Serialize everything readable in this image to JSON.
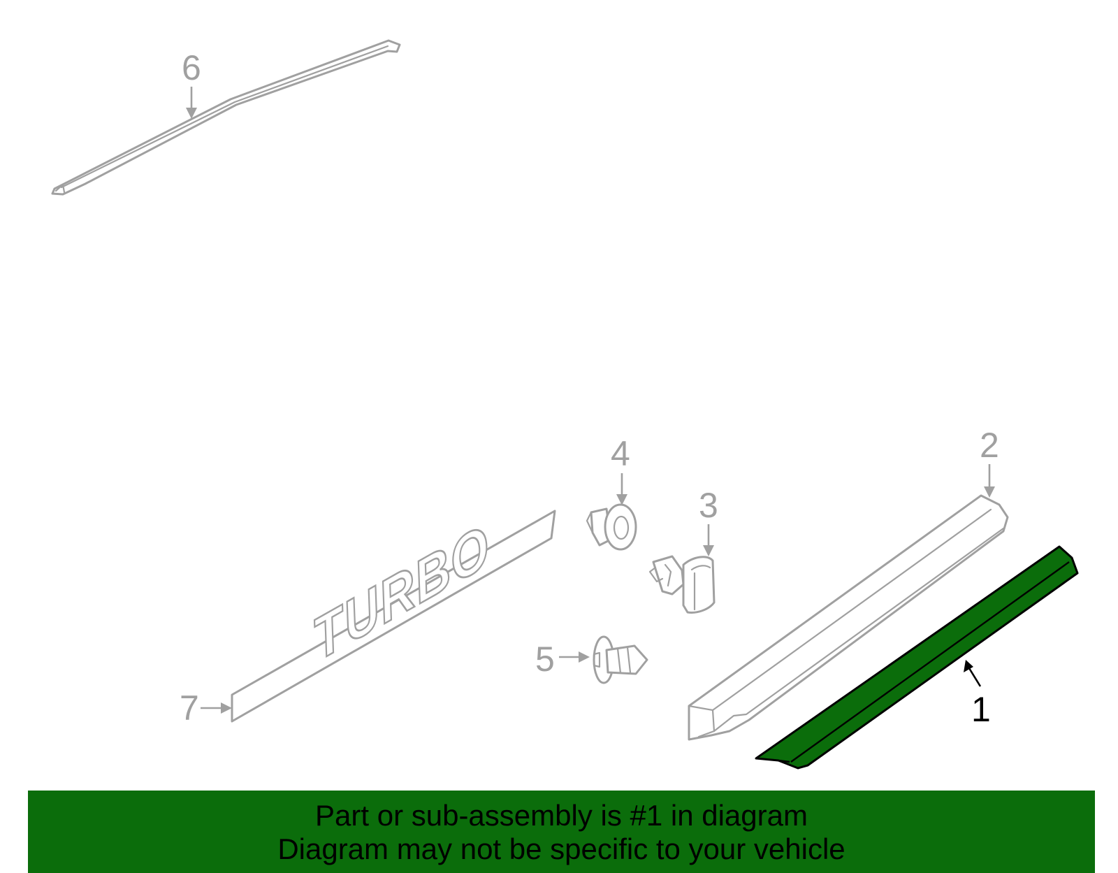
{
  "callouts": {
    "c1": "1",
    "c2": "2",
    "c3": "3",
    "c4": "4",
    "c5": "5",
    "c6": "6",
    "c7": "7"
  },
  "emblem_text": "TURBO",
  "highlighted_part": "1",
  "colors": {
    "highlight": "#0b6d0b",
    "outline": "#a0a0a0",
    "banner": "#0b6d0b"
  },
  "banner": {
    "line1": "Part or sub-assembly is #1 in diagram",
    "line2": "Diagram may not be specific to your vehicle"
  }
}
